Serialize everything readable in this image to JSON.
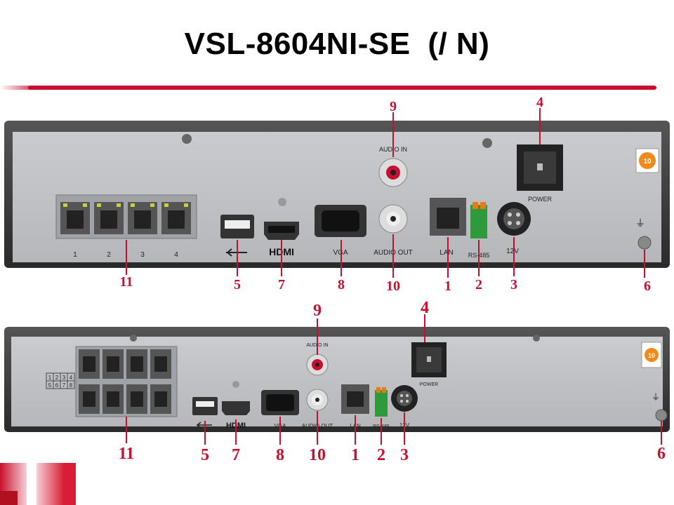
{
  "title": {
    "model": "VSL-8604NI-SE",
    "suffix": "(/ N)"
  },
  "top_panel": {
    "callouts": [
      "11",
      "5",
      "7",
      "8",
      "10",
      "1",
      "2",
      "3",
      "6",
      "9",
      "4"
    ],
    "labels": {
      "audio_in": "AUDIO IN",
      "audio_out": "AUDIO OUT",
      "vga": "VGA",
      "lan": "LAN",
      "rs485": "RS-485",
      "power": "POWER",
      "v12": "12V",
      "port1": "1",
      "port2": "2",
      "port3": "3",
      "port4": "4"
    }
  },
  "bottom_panel": {
    "callouts": [
      "11",
      "5",
      "7",
      "8",
      "10",
      "1",
      "2",
      "3",
      "6",
      "9",
      "4"
    ],
    "labels": {
      "audio_in": "AUDIO IN",
      "audio_out": "AUDIO OUT",
      "vga": "VGA",
      "lan": "LAN",
      "rs485": "RS-485",
      "power": "POWER",
      "v12": "12V",
      "grid": [
        "1",
        "2",
        "3",
        "4",
        "5",
        "6",
        "7",
        "8"
      ]
    }
  },
  "colors": {
    "accent": "#c8102e",
    "panel": "#bfc1c4",
    "frame": "#3b3b3b"
  }
}
